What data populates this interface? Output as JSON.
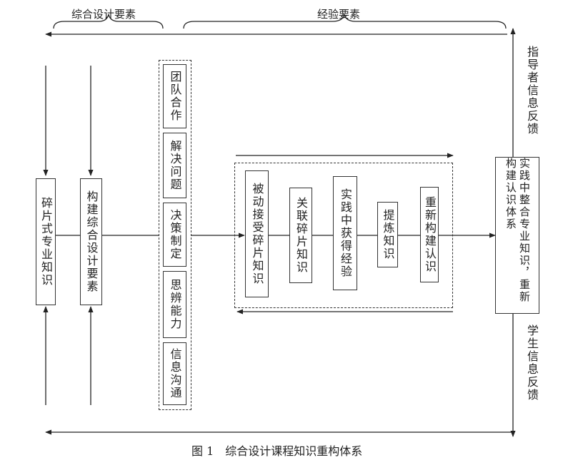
{
  "top_labels": {
    "design_elements": "综合设计要素",
    "experience_elements": "经验要素"
  },
  "left_boxes": {
    "fragmented": "碎片式专业知识",
    "build": "构建综合设计要素"
  },
  "skills": [
    "团队合作",
    "解决问题",
    "决策制定",
    "思辨能力",
    "信息沟通"
  ],
  "process_steps": [
    "被动接受碎片知识",
    "关联碎片知识",
    "实践中获得经验",
    "提炼知识",
    "重新构建认识"
  ],
  "result_box": {
    "text": "实践中整合专业知识，重新构建认识体系"
  },
  "feedback": {
    "instructor": "指导者信息反馈",
    "student": "学生信息反馈"
  },
  "caption": "图 1　综合设计课程知识重构体系"
}
